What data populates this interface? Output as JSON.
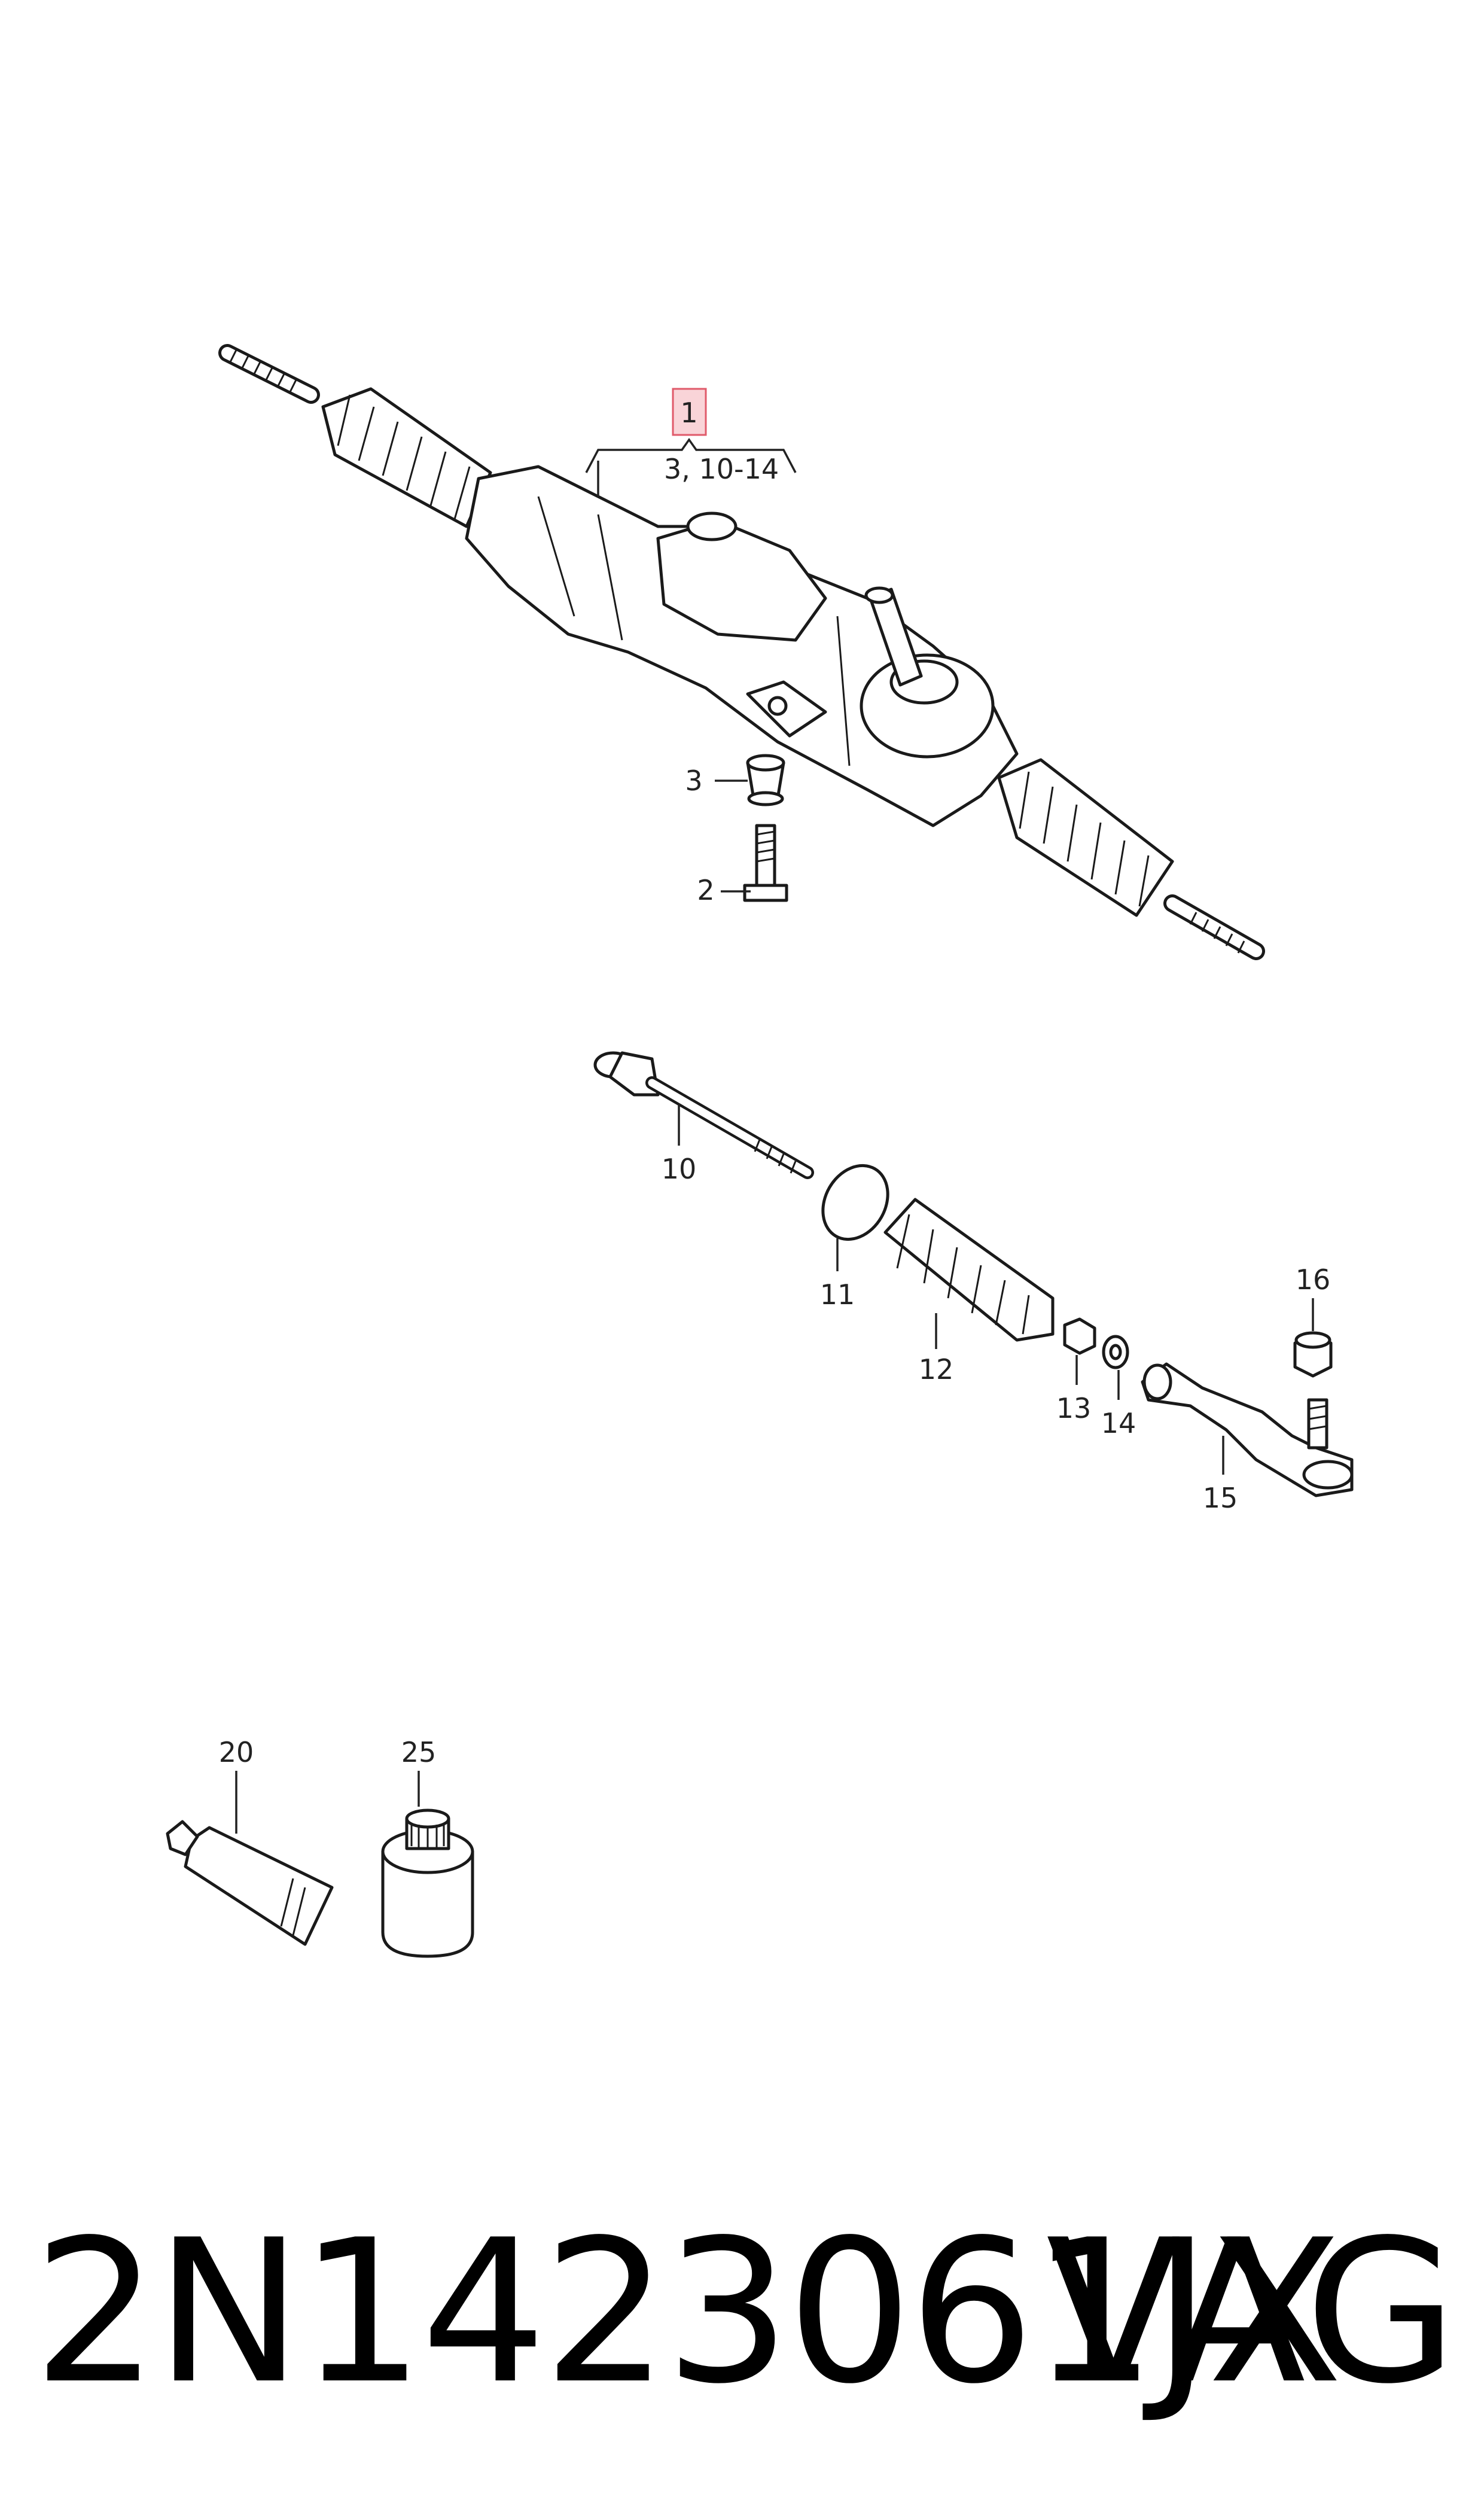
{
  "callouts": {
    "c1": "1",
    "c1_range": "3, 10-14",
    "c2": "2",
    "c3": "3",
    "c10": "10",
    "c11": "11",
    "c12": "12",
    "c13": "13",
    "c14": "14",
    "c15": "15",
    "c16": "16",
    "c20": "20",
    "c25": "25"
  },
  "footer": {
    "part_number": "2N1423061JX",
    "brand": "VAG"
  },
  "colors": {
    "highlight_fill": "#f9d4d8",
    "highlight_stroke": "#e05a6a",
    "line": "#222222",
    "text": "#000000"
  }
}
